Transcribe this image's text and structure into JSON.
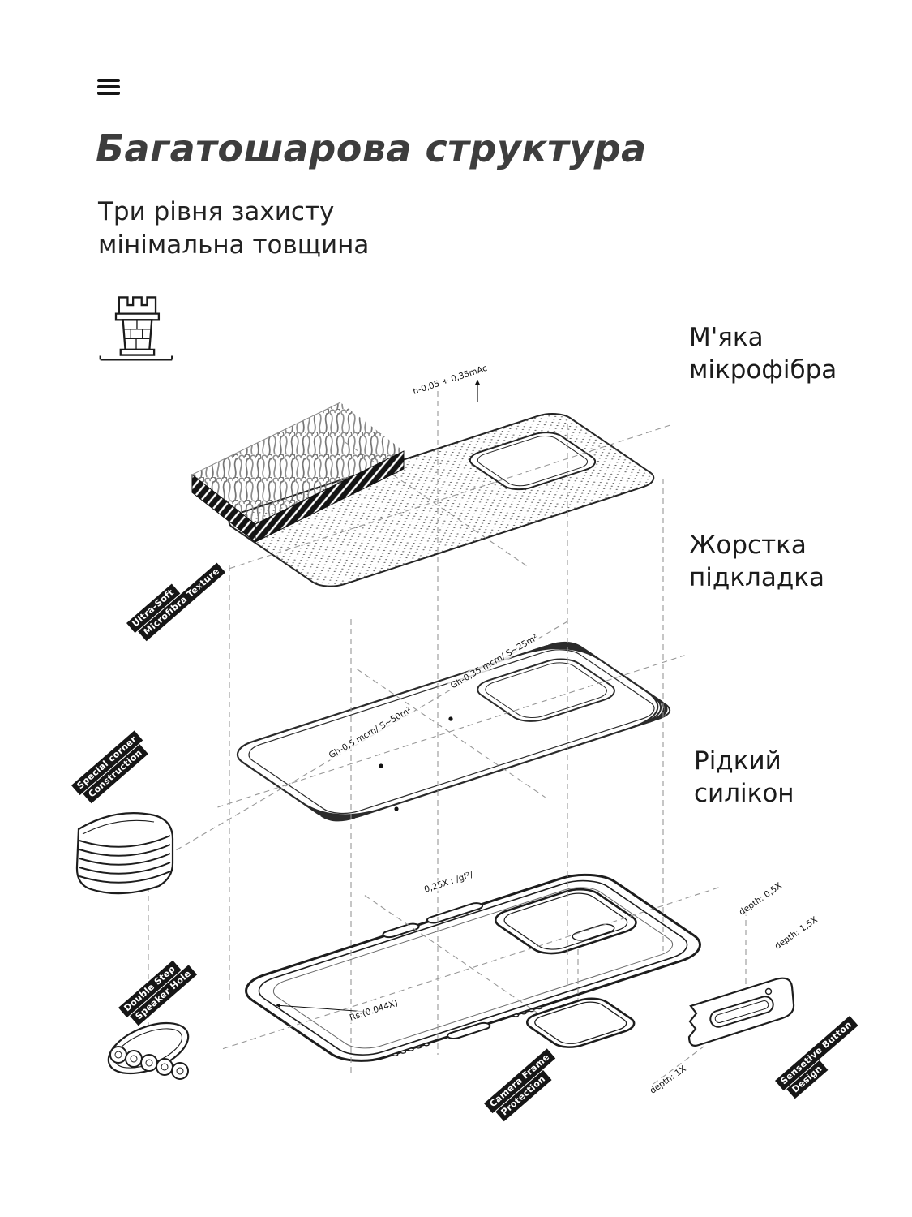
{
  "header": {
    "title": "Багатошарова структура",
    "subtitle_line1": "Три рівня захисту",
    "subtitle_line2": "мінімальна товщина"
  },
  "layer_labels": {
    "microfiber": {
      "line1": "М'яка",
      "line2": "мікрофібра"
    },
    "lining": {
      "line1": "Жорстка",
      "line2": "підкладка"
    },
    "silicone": {
      "line1": "Рідкий",
      "line2": "силікон"
    }
  },
  "feature_tags": {
    "ultra_soft": {
      "line1": "Ultra-Soft",
      "line2": "Microfibra Texture"
    },
    "special_corner": {
      "line1": "Special corner",
      "line2": "Construction"
    },
    "double_step": {
      "line1": "Double Step",
      "line2": "Speaker Hole"
    },
    "camera_frame": {
      "line1": "Camera Frame",
      "line2": "Protection"
    },
    "sensetive_button": {
      "line1": "Sensetive Button",
      "line2": "Design"
    }
  },
  "dimensions": {
    "microfiber_height": "h-0,05 ÷ 0,35mAc",
    "lining_right": "Gh-0,35 mcrn/ S~25m²",
    "lining_left": "Gh-0,5 mcrn/ S~50m²",
    "silicone_ratio": "0,25X : /gf²/",
    "corner_radius": "Rs:(0.044X)",
    "button_depth_05": "depth: 0,5X",
    "button_depth_15": "depth: 1,5X",
    "button_depth_1": "depth: 1X"
  },
  "colors": {
    "ink": "#1d1d1d",
    "title": "#3d3d3d",
    "tag_bg": "#161616"
  }
}
